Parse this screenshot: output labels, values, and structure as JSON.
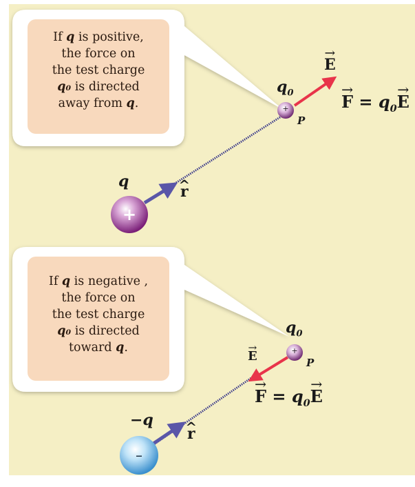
{
  "colors": {
    "panel": "#f5efc5",
    "callout_fill": "#f8d9bd",
    "force_arrow": "#e8344a",
    "r_hat_arrow": "#5a56a8",
    "positive_charge": "#8a2a88",
    "negative_charge": "#5fb4e6"
  },
  "top": {
    "callout": {
      "line1_pre": "If ",
      "line1_q": "q",
      "line1_post": " is positive,",
      "line2": "the force on",
      "line3": "the test charge",
      "line4_q0": "q₀",
      "line4_post": " is directed",
      "line5_pre": "away from ",
      "line5_q": "q",
      "line5_post": "."
    },
    "source_charge_label": "q",
    "source_sign": "+",
    "test_charge_label": "q",
    "test_charge_sub": "0",
    "test_sign": "+",
    "point_label": "P",
    "field_label": "E",
    "force_lhs": "F",
    "force_eq": " = ",
    "force_rhs_q": "q",
    "force_rhs_sub": "0",
    "force_rhs_E": "E",
    "r_hat_label": "r"
  },
  "bottom": {
    "callout": {
      "line1_pre": "If ",
      "line1_q": "q",
      "line1_post": " is negative ,",
      "line2": "the force on",
      "line3": "the test charge",
      "line4_q0": "q₀",
      "line4_post": " is directed",
      "line5_pre": "toward ",
      "line5_q": "q",
      "line5_post": "."
    },
    "source_charge_label": "−q",
    "source_sign": "–",
    "test_charge_label": "q",
    "test_charge_sub": "0",
    "test_sign": "+",
    "point_label": "P",
    "field_label": "E",
    "force_lhs": "F",
    "force_eq": " = ",
    "force_rhs_q": "q",
    "force_rhs_sub": "0",
    "force_rhs_E": "E",
    "r_hat_label": "r"
  }
}
